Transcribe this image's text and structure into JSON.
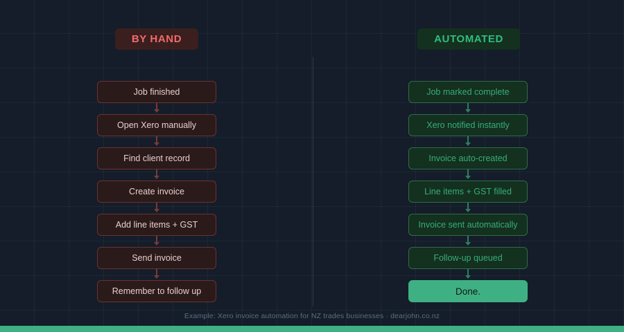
{
  "columns": {
    "left": {
      "header": "BY HAND",
      "steps": [
        "Job finished",
        "Open Xero manually",
        "Find client record",
        "Create invoice",
        "Add line items + GST",
        "Send invoice",
        "Remember to follow up"
      ]
    },
    "right": {
      "header": "AUTOMATED",
      "steps": [
        "Job marked complete",
        "Xero notified instantly",
        "Invoice auto-created",
        "Line items + GST filled",
        "Invoice sent automatically",
        "Follow-up queued",
        "Done."
      ]
    }
  },
  "footer": {
    "text": "Example: Xero invoice automation for NZ trades businesses  ·  dearjohn.co.nz"
  },
  "colors": {
    "background": "#141d29",
    "manual_accent": "#ef6b6b",
    "manual_box_bg": "#2b1a1a",
    "manual_box_border": "#6b3230",
    "auto_accent": "#2fbd7e",
    "auto_box_bg": "#14301f",
    "auto_box_border": "#2f6b4c",
    "success": "#3fb083",
    "footer_text": "#5d6d80"
  }
}
